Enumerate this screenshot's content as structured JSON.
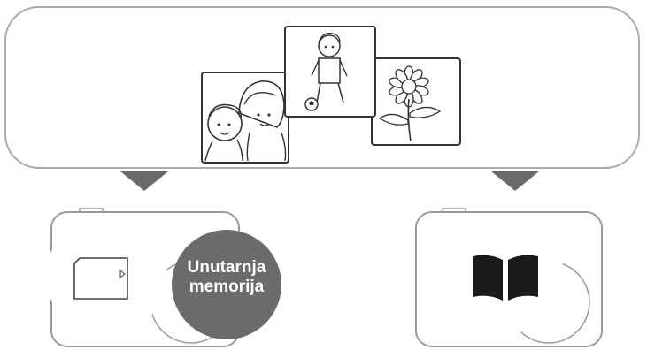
{
  "destinations": {
    "internal_memory_label_line1": "Unutarnja",
    "internal_memory_label_line2": "memorija"
  },
  "icons": {
    "photos": [
      "children-photo",
      "football-player-photo",
      "sunflower-photo"
    ],
    "left_camera": [
      "camera-icon",
      "memory-card-icon"
    ],
    "right_camera": [
      "camera-icon",
      "book-icon"
    ]
  },
  "colors": {
    "panel_stroke": "#aaaaaa",
    "arrow": "#6a6a6a",
    "internal_memory_bubble": "#6b6b6b",
    "camera_stroke": "#9a9a9a",
    "book": "#1a1a1a"
  }
}
